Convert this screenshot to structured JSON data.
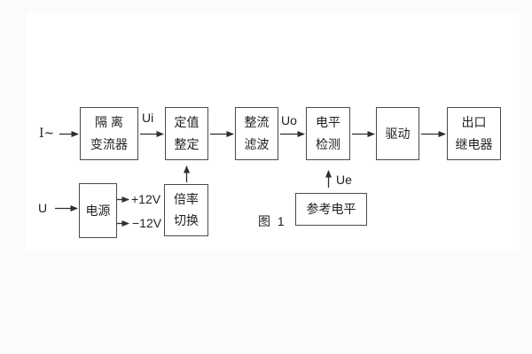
{
  "figure": {
    "caption": "图 1"
  },
  "colors": {
    "line": "#2f2f2f",
    "text": "#1f1f1f",
    "border": "#4a4a4a",
    "background": "#fbfbfb",
    "panel": "#ffffff"
  },
  "inputs": {
    "current": "I~",
    "voltage": "U"
  },
  "signals": {
    "ui": "Ui",
    "uo": "Uo",
    "ue": "Ue",
    "plus12v": "+12V",
    "minus12v": "−12V"
  },
  "blocks": {
    "isolation": {
      "line1": "隔 离",
      "line2": "变流器"
    },
    "setpoint": {
      "line1": "定值",
      "line2": "整定"
    },
    "rectifier_filter": {
      "line1": "整流",
      "line2": "滤波"
    },
    "level_detect": {
      "line1": "电平",
      "line2": "检测"
    },
    "drive": {
      "line1": "驱动"
    },
    "output_relay": {
      "line1": "出口",
      "line2": "继电器"
    },
    "power": {
      "line1": "电源"
    },
    "ratio_switch": {
      "line1": "倍率",
      "line2": "切换"
    },
    "reference_level": {
      "line1": "参考电平"
    }
  }
}
